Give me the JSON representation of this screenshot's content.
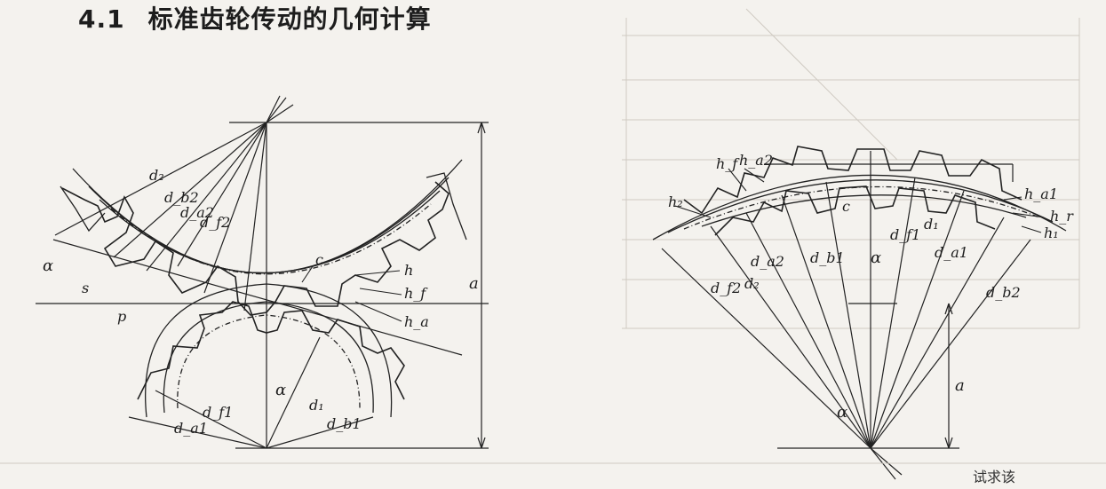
{
  "page": {
    "section_number": "4.1",
    "title": "标准齿轮传动的几何计算",
    "footer_text": "试求该"
  },
  "left_diagram": {
    "labels": {
      "d2": "d₂",
      "db2": "d_b2",
      "da2": "d_a2",
      "df2": "d_f2",
      "alpha_top": "α",
      "s": "s",
      "p": "p",
      "c": "c",
      "h": "h",
      "hf": "h_f",
      "ha": "h_a",
      "a_vertical": "a",
      "alpha_bottom": "α",
      "d1": "d₁",
      "df1": "d_f1",
      "da1": "d_a1",
      "db1": "d_b1"
    }
  },
  "right_diagram": {
    "labels": {
      "hf": "h_f",
      "ha2": "h_a2",
      "h2": "h₂",
      "c": "c",
      "df1": "d_f1",
      "d1": "d₁",
      "da1": "d_a1",
      "ha1": "h_a1",
      "hr": "h_r",
      "h1": "h₁",
      "da2": "d_a2",
      "d2": "d₂",
      "db1": "d_b1",
      "df2": "d_f2",
      "alpha_mid": "α",
      "db2": "d_b2",
      "alpha_bottom": "α",
      "a_vertical": "a"
    }
  },
  "colors": {
    "ink": "#222222",
    "paper": "#f4f2ee",
    "faint": "#b8b4ad"
  }
}
